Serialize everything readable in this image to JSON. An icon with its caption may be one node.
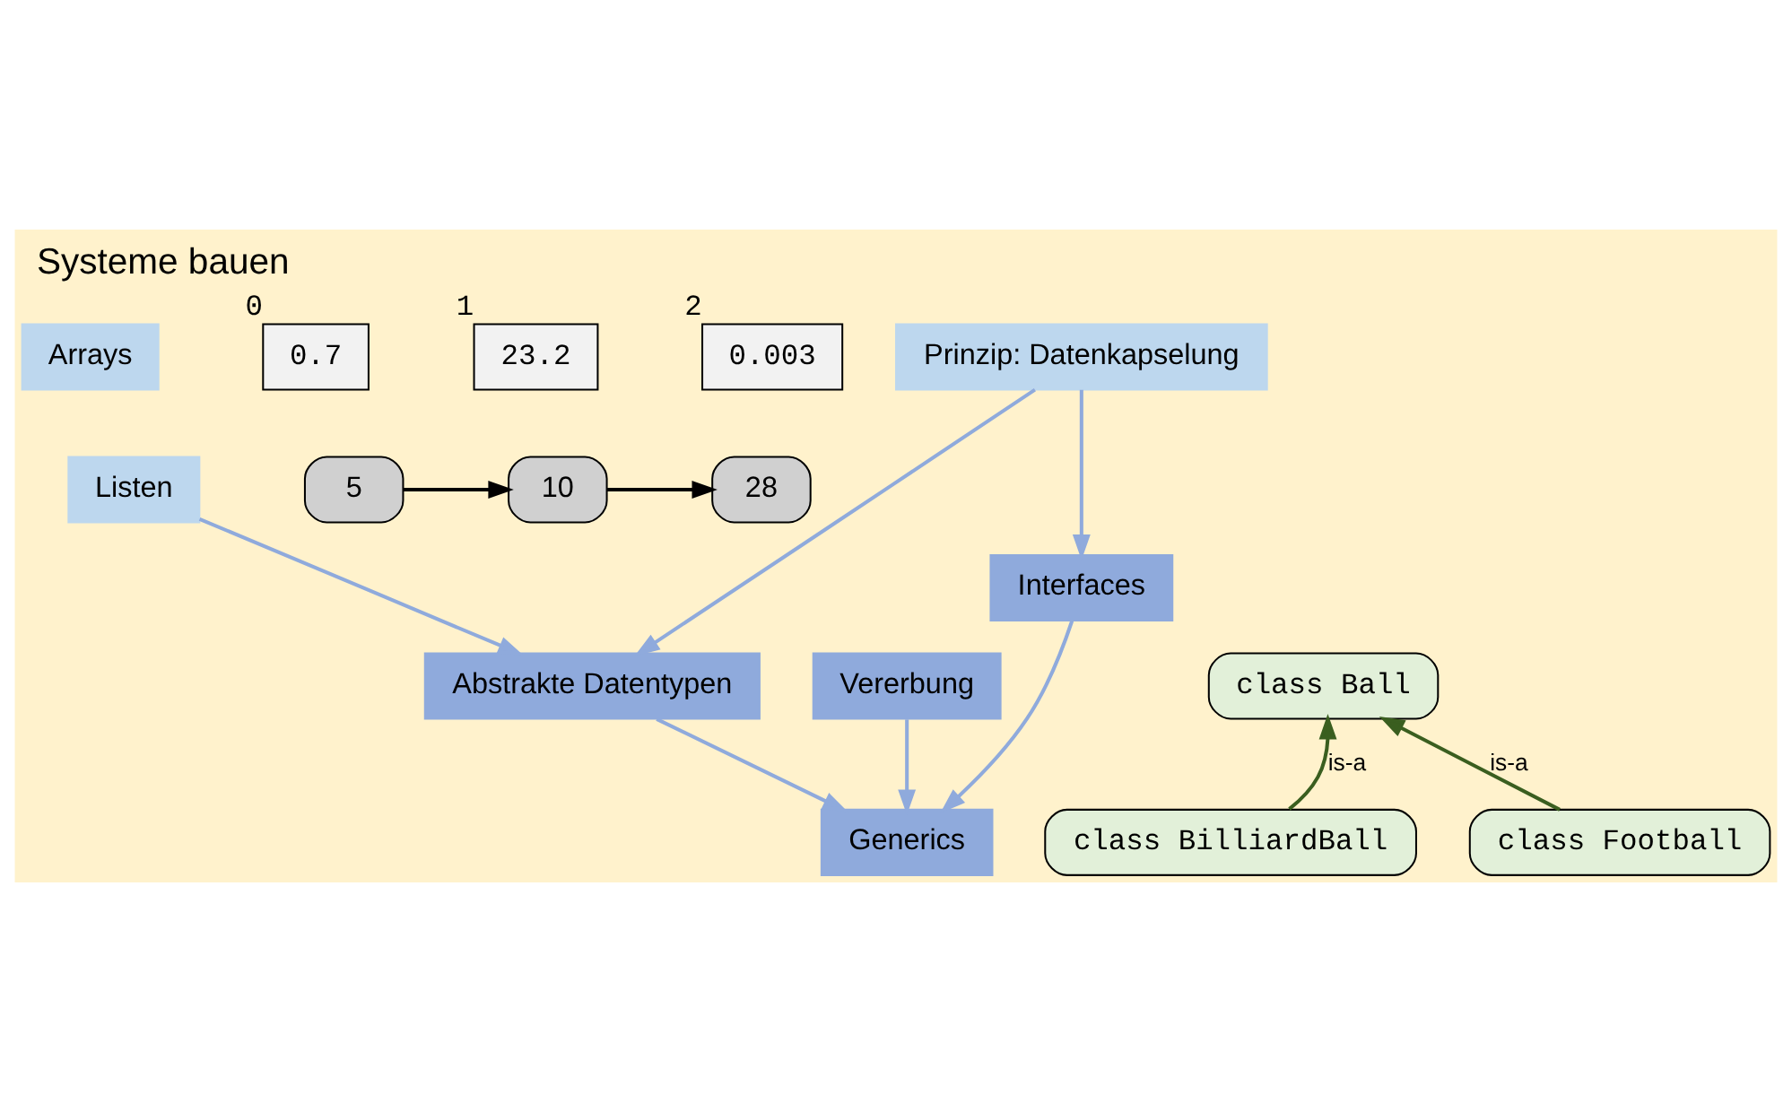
{
  "diagram": {
    "title": "Systeme bauen",
    "nodes": [
      {
        "text": [
          "Arrays"
        ]
      },
      {
        "text": [
          "0.7"
        ],
        "beside": [
          "0"
        ]
      },
      {
        "text": [
          "23.2"
        ],
        "beside": [
          "1"
        ]
      },
      {
        "text": [
          "0.003"
        ],
        "beside": [
          "2"
        ]
      },
      {
        "text": [
          "Listen"
        ]
      },
      {
        "text": [
          "5"
        ]
      },
      {
        "text": [
          "10"
        ]
      },
      {
        "text": [
          "28"
        ]
      },
      {
        "text": [
          "Prinzip: Datenkapselung"
        ]
      },
      {
        "text": [
          "Abstrakte Datentypen"
        ]
      },
      {
        "text": [
          "Vererbung"
        ]
      },
      {
        "text": [
          "class Ball"
        ]
      },
      {
        "text": [
          "class BilliardBall"
        ]
      },
      {
        "text": [
          "class Football"
        ]
      },
      {
        "text": [
          "Interfaces"
        ]
      },
      {
        "text": [
          "Generics"
        ]
      }
    ],
    "edges": [
      {
        "from": 5,
        "to": 6,
        "arrow": "to",
        "color": "#000000"
      },
      {
        "from": 6,
        "to": 7,
        "arrow": "to",
        "color": "#000000"
      },
      {
        "from": 12,
        "to": 11,
        "arrow": "to",
        "label": "is-a",
        "color": "#3a5e1f"
      },
      {
        "from": 13,
        "to": 11,
        "arrow": "to",
        "label": "is-a",
        "color": "#3a5e1f"
      },
      {
        "from": 4,
        "to": 9,
        "arrow": "to"
      },
      {
        "from": 8,
        "to": 9,
        "arrow": "to"
      },
      {
        "from": 8,
        "to": 14,
        "arrow": "to"
      },
      {
        "from": 9,
        "to": 15,
        "arrow": "to"
      },
      {
        "from": 10,
        "to": 15,
        "arrow": "to"
      },
      {
        "from": 14,
        "to": 15,
        "arrow": "to"
      }
    ]
  }
}
